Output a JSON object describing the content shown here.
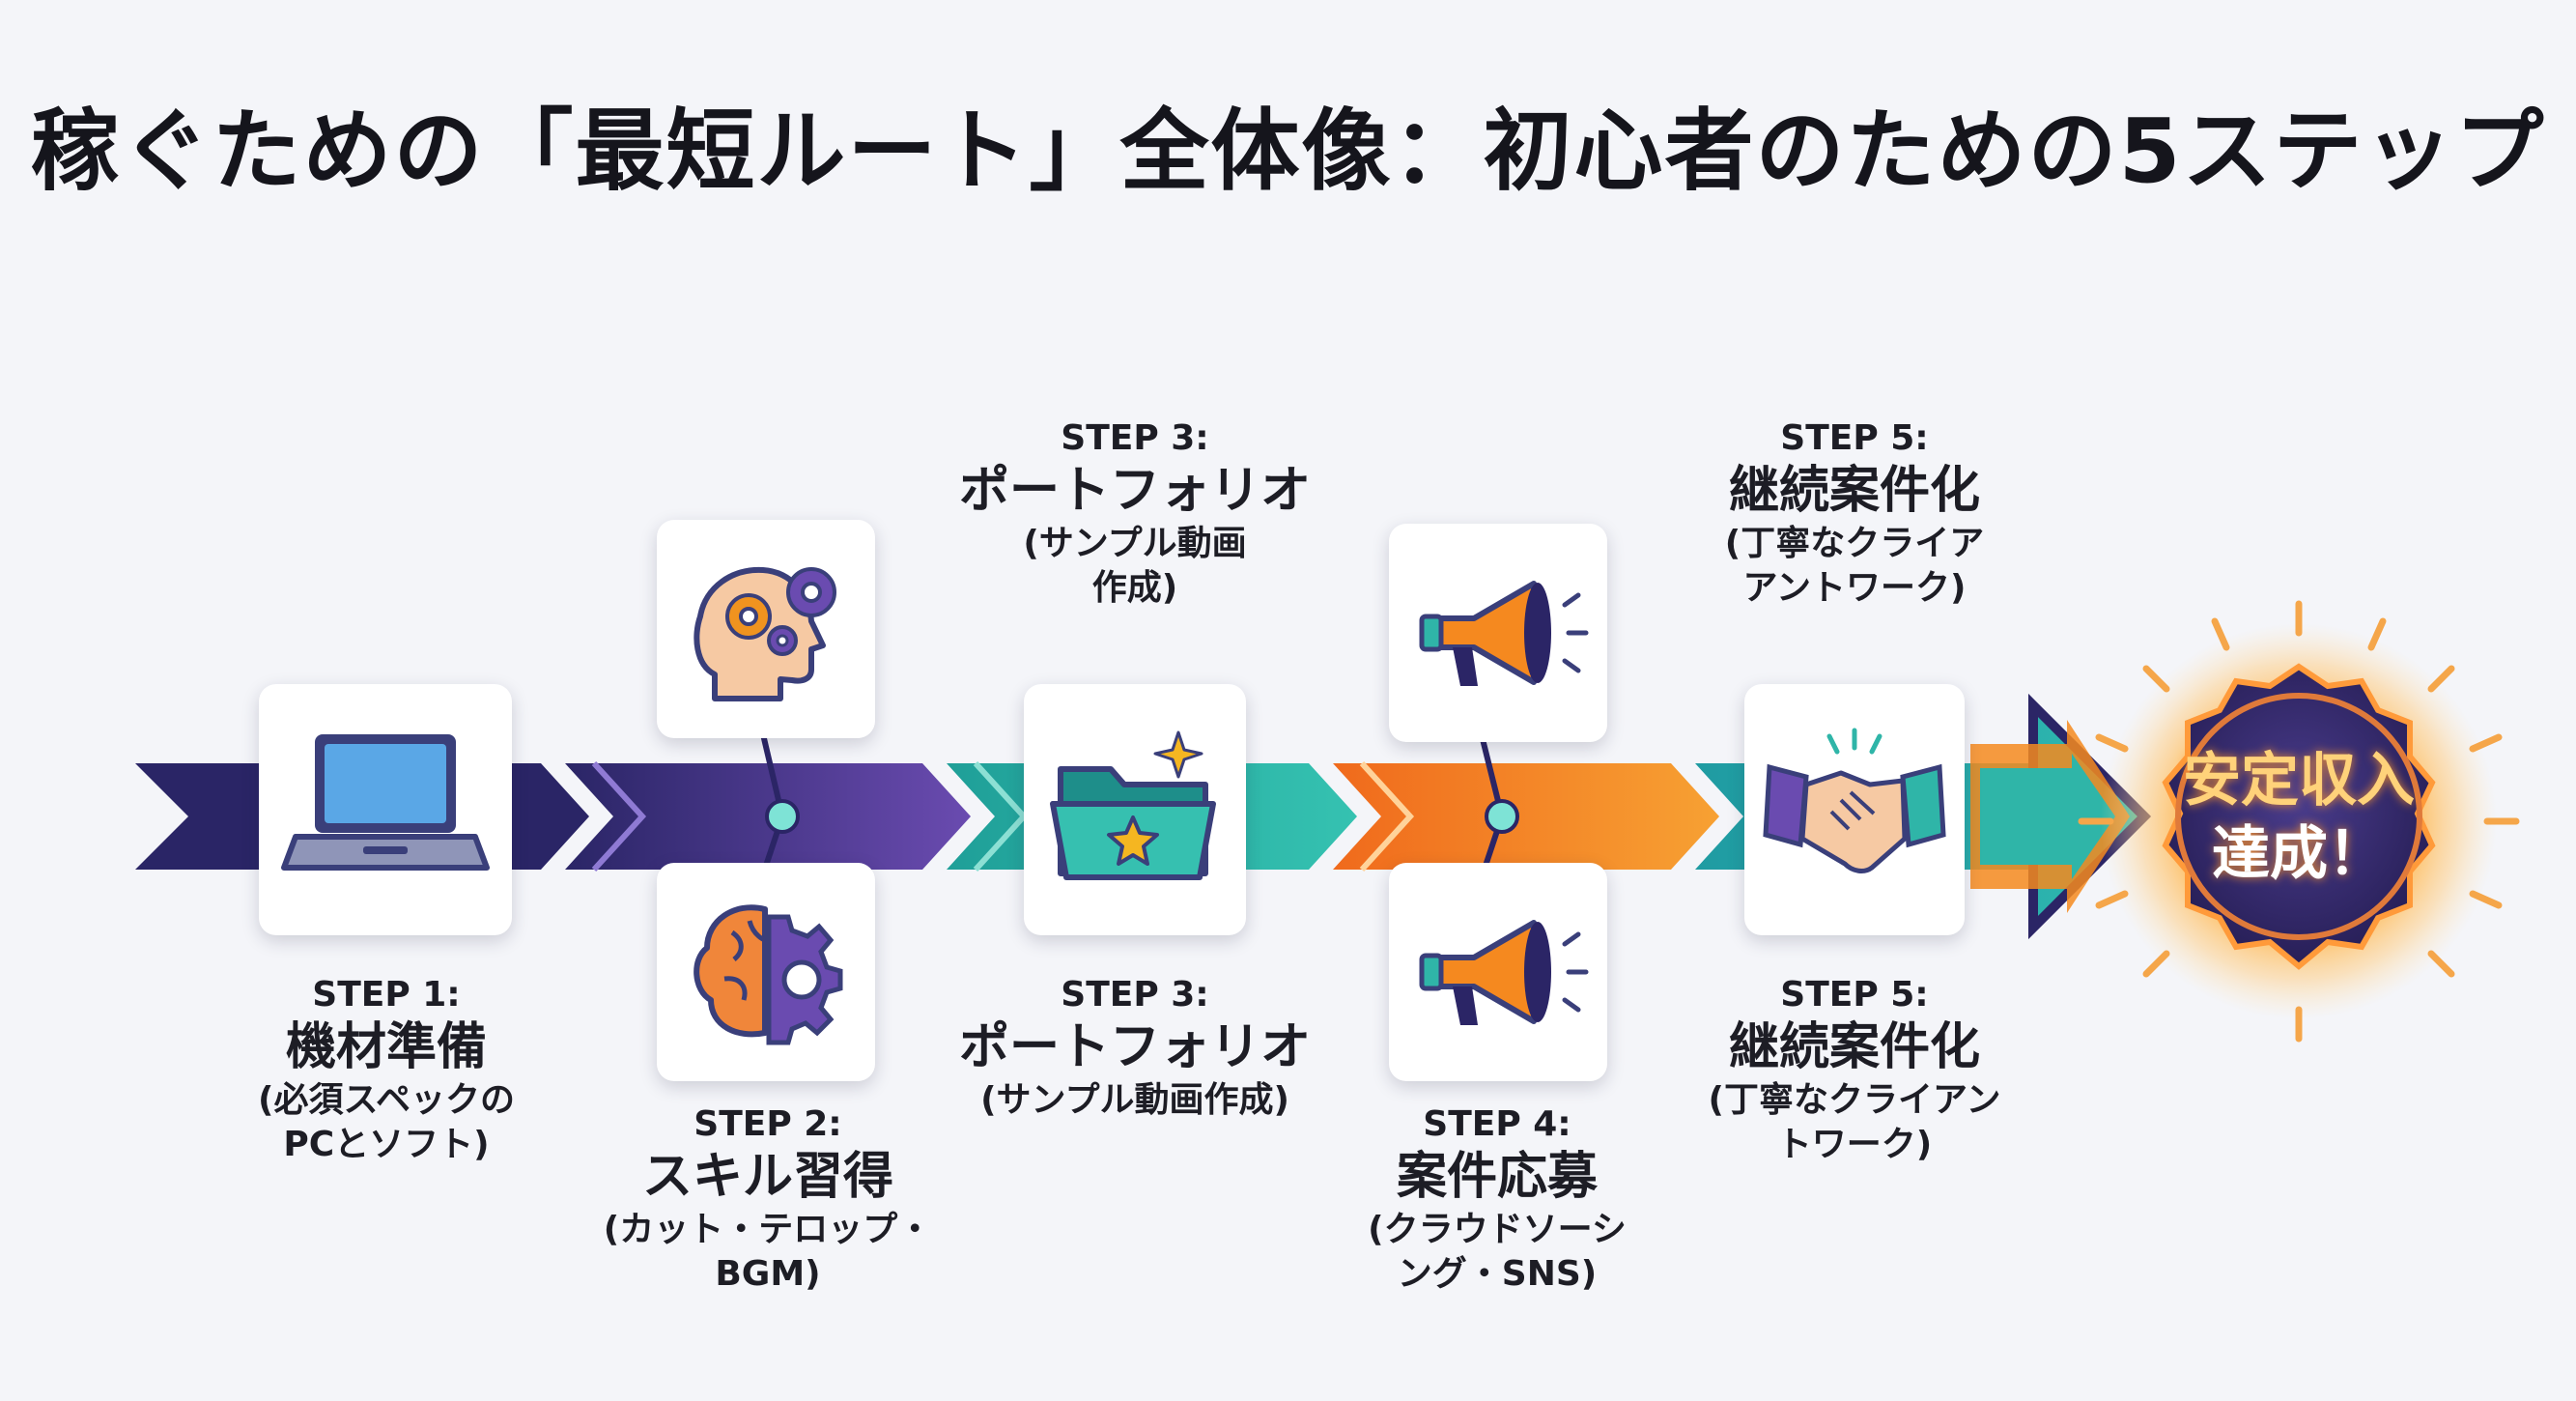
{
  "title": "稼ぐための「最短ルート」全体像：初心者のための5ステップ",
  "steps": [
    {
      "no": "STEP 1:",
      "name": "機材準備",
      "desc_lines": [
        "(必須スペックの",
        "PCとソフト)"
      ],
      "icon": "laptop-icon"
    },
    {
      "no": "STEP 2:",
      "name": "スキル習得",
      "desc_lines": [
        "(カット・テロップ・",
        "BGM)"
      ],
      "icon": "head-gears-icon",
      "icon_alt": "brain-gear-icon"
    },
    {
      "no": "STEP 3:",
      "name": "ポートフォリオ",
      "desc_lines": [
        "(サンプル動画作成)"
      ],
      "icon": "folder-star-icon",
      "top_no": "STEP 3:",
      "top_name": "ポートフォリオ",
      "top_desc_lines": [
        "(サンプル動画",
        "作成)"
      ]
    },
    {
      "no": "STEP 4:",
      "name": "案件応募",
      "desc_lines": [
        "(クラウドソーシ",
        "ング・SNS)"
      ],
      "icon": "megaphone-icon"
    },
    {
      "no": "STEP 5:",
      "name": "継続案件化",
      "desc_lines": [
        "(丁寧なクライアン",
        "トワーク)"
      ],
      "icon": "handshake-icon",
      "top_no": "STEP 5:",
      "top_name": "継続案件化",
      "top_desc_lines": [
        "(丁寧なクライア",
        "アントワーク)"
      ]
    }
  ],
  "goal": {
    "line1": "安定収入",
    "line2": "達成！"
  },
  "colors": {
    "navy": "#2b2566",
    "purple": "#5a43a0",
    "teal": "#2fb5a8",
    "orange": "#f5891f",
    "badge_dark": "#2d2560",
    "badge_glow": "#f7a33a"
  }
}
